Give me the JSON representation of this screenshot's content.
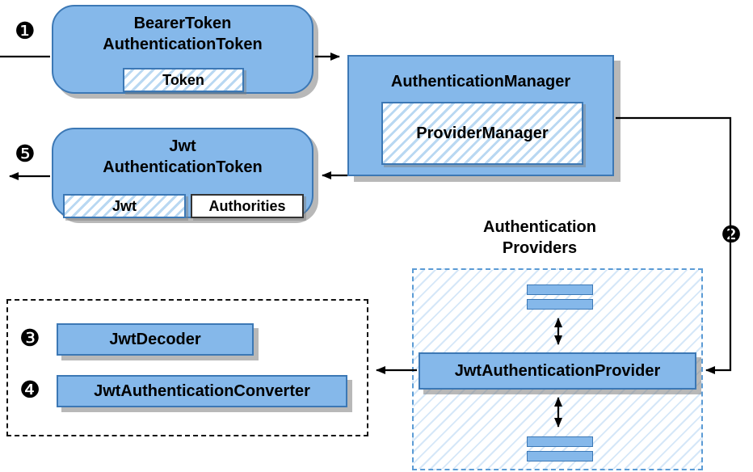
{
  "colors": {
    "node_fill": "#85b8ea",
    "node_border": "#3c78b5",
    "hatch_stripe": "#b9d8f2",
    "container_border": "#5b9bd5",
    "line": "#000000"
  },
  "nodes": {
    "bearer_token": {
      "title_line1": "BearerToken",
      "title_line2": "AuthenticationToken",
      "inner": "Token"
    },
    "authentication_manager": {
      "title": "AuthenticationManager",
      "inner": "ProviderManager"
    },
    "jwt_authentication_token": {
      "title_line1": "Jwt",
      "title_line2": "AuthenticationToken",
      "inner_jwt": "Jwt",
      "inner_authorities": "Authorities"
    },
    "authentication_providers_label": {
      "line1": "Authentication",
      "line2": "Providers"
    },
    "jwt_authentication_provider": {
      "title": "JwtAuthenticationProvider"
    },
    "jwt_decoder": {
      "title": "JwtDecoder"
    },
    "jwt_authentication_converter": {
      "title": "JwtAuthenticationConverter"
    }
  },
  "steps": {
    "step1": "❶",
    "step2": "❷",
    "step3": "❸",
    "step4": "❹",
    "step5": "❺"
  }
}
